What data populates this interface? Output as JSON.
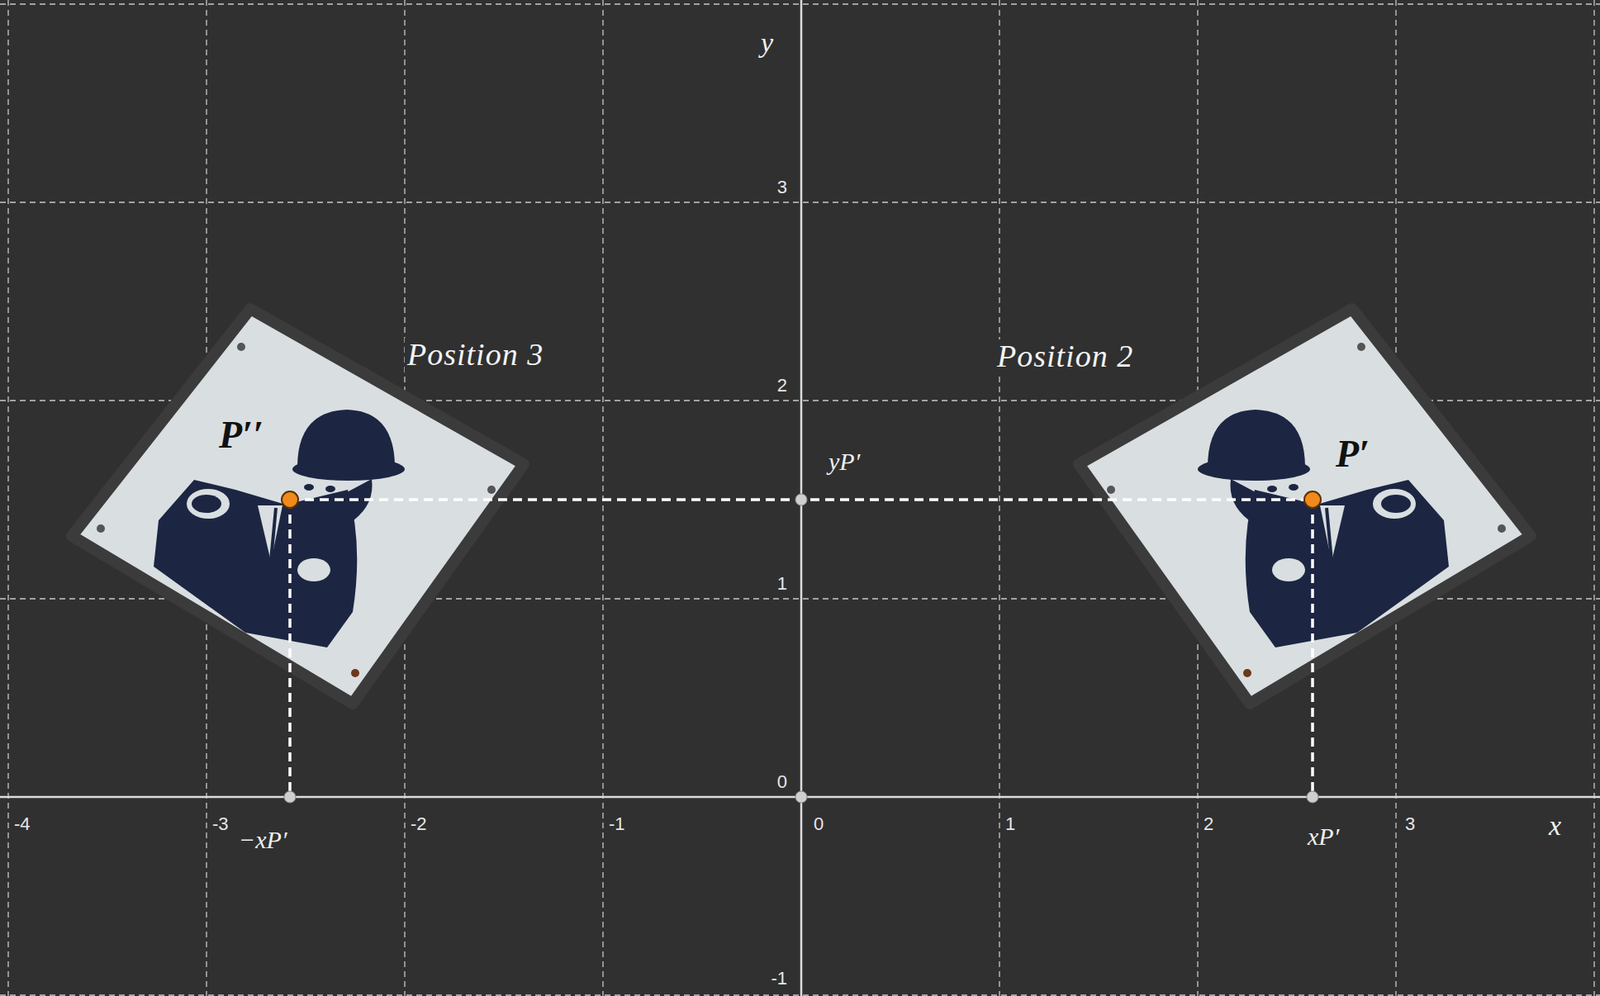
{
  "diagram": {
    "labels": [
      "y",
      "3",
      "2",
      "1",
      "0",
      "-1",
      "-4",
      "-3",
      "-2",
      "-1",
      "0",
      "1",
      "2",
      "3",
      "x",
      "Position 3",
      "Position 2",
      "P′′",
      "P′",
      "yP′",
      "xP′",
      "−xP′"
    ]
  }
}
